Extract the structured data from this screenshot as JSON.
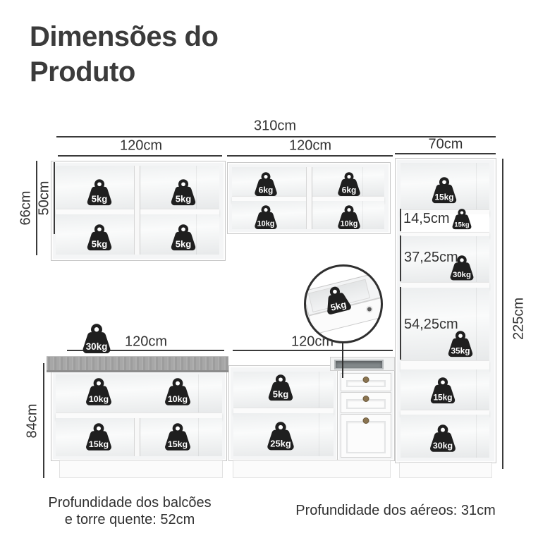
{
  "title": "Dimensões do Produto",
  "dims": {
    "total_width": "310cm",
    "aereo_left_width": "120cm",
    "aereo_mid_width": "120cm",
    "tower_width": "70cm",
    "aereo_outer_height": "66cm",
    "aereo_inner_height": "50cm",
    "tower_shelf_small": "14,5cm",
    "tower_shelf_mid": "37,25cm",
    "tower_shelf_large": "54,25cm",
    "total_height": "225cm",
    "base_left_width": "120cm",
    "base_mid_width": "120cm",
    "base_height": "84cm"
  },
  "weights": [
    {
      "id": "aereo-left-top-left",
      "label": "5kg"
    },
    {
      "id": "aereo-left-top-right",
      "label": "5kg"
    },
    {
      "id": "aereo-left-bottom-left",
      "label": "5kg"
    },
    {
      "id": "aereo-left-bottom-right",
      "label": "5kg"
    },
    {
      "id": "aereo-mid-top-left",
      "label": "6kg"
    },
    {
      "id": "aereo-mid-top-right",
      "label": "6kg"
    },
    {
      "id": "aereo-mid-bottom-left",
      "label": "10kg"
    },
    {
      "id": "aereo-mid-bottom-right",
      "label": "10kg"
    },
    {
      "id": "tower-top",
      "label": "15kg"
    },
    {
      "id": "tower-band",
      "label": "15kg"
    },
    {
      "id": "tower-upper",
      "label": "30kg"
    },
    {
      "id": "tower-middle",
      "label": "35kg"
    },
    {
      "id": "tower-lower",
      "label": "15kg"
    },
    {
      "id": "tower-bottom",
      "label": "30kg"
    },
    {
      "id": "countertop",
      "label": "30kg"
    },
    {
      "id": "base-left-top-left",
      "label": "10kg"
    },
    {
      "id": "base-left-top-right",
      "label": "10kg"
    },
    {
      "id": "base-left-bottom-left",
      "label": "15kg"
    },
    {
      "id": "base-left-bottom-right",
      "label": "15kg"
    },
    {
      "id": "base-mid-top",
      "label": "5kg"
    },
    {
      "id": "base-mid-bottom",
      "label": "25kg"
    },
    {
      "id": "magnifier-drawer",
      "label": "5kg"
    }
  ],
  "footnotes": {
    "left_line1": "Profundidade dos balcões",
    "left_line2": "e torre quente: 52cm",
    "right": "Profundidade dos aéreos: 31cm"
  },
  "colors": {
    "weight_fill": "#1f1f1f",
    "dimension_line": "#3a3a3a",
    "countertop": "#a5a5a5",
    "title_text": "#3b3b3b",
    "label_text": "#323232"
  }
}
